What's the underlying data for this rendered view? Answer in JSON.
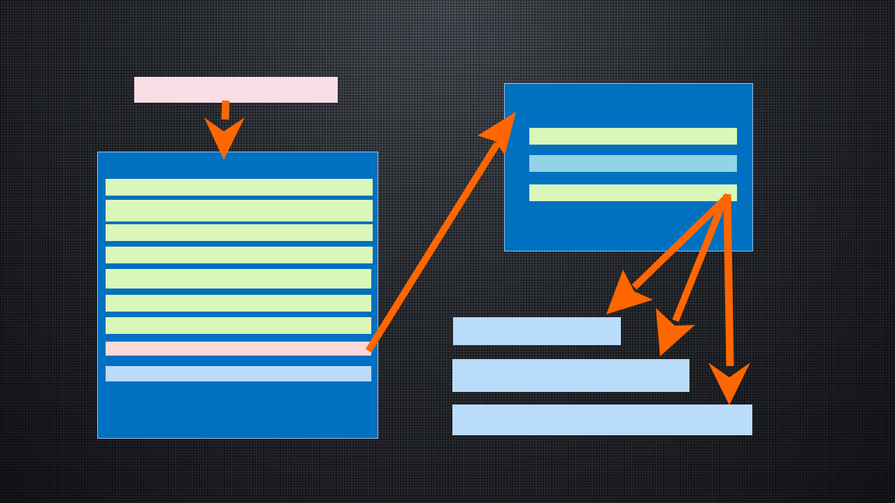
{
  "colors": {
    "container": "#0070c0",
    "green": "#d9f7b9",
    "pink": "#fbdde6",
    "pink_row": "#fdd9d9",
    "light_blue": "#b9dcfa",
    "cyan": "#92d3e6",
    "arrow": "#ff6600"
  },
  "diagram": {
    "top_label_box": {
      "color": "pink"
    },
    "left_container": {
      "rows": [
        "green",
        "green",
        "green",
        "green",
        "green",
        "green",
        "green",
        "pink_row",
        "light_blue"
      ]
    },
    "right_container": {
      "rows": [
        "green",
        "cyan",
        "green"
      ]
    },
    "output_bars": [
      "light_blue",
      "light_blue",
      "light_blue"
    ],
    "arrows": [
      {
        "from": "top-label-box",
        "to": "left-container",
        "style": "dashed"
      },
      {
        "from": "left-row-8",
        "to": "right-container",
        "style": "solid"
      },
      {
        "from": "right-row-3",
        "to": "output-bar-1",
        "style": "solid"
      },
      {
        "from": "right-row-3",
        "to": "output-bar-2",
        "style": "solid"
      },
      {
        "from": "right-row-3",
        "to": "output-bar-3",
        "style": "solid"
      }
    ]
  }
}
